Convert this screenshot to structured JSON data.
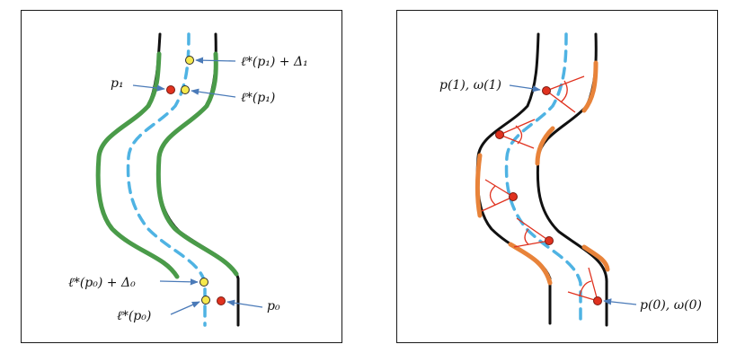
{
  "left_panel": {
    "labels": {
      "p1": "p₁",
      "l_star_p1_delta": "ℓ*(p₁) + Δ₁",
      "l_star_p1": "ℓ*(p₁)",
      "l_star_p0_delta": "ℓ*(p₀) + Δ₀",
      "l_star_p0": "ℓ*(p₀)",
      "p0": "p₀"
    }
  },
  "right_panel": {
    "labels": {
      "p1_omega1": "p(1), ω(1)",
      "p0_omega0": "p(0), ω(0)"
    }
  },
  "colors": {
    "road_edge": "#111111",
    "boundary_green": "#4a9b49",
    "boundary_orange": "#e8833a",
    "center_line": "#4fb3e3",
    "point_red": "#e0321f",
    "point_yellow": "#f6e94d",
    "arrow": "#4a7ab8"
  }
}
